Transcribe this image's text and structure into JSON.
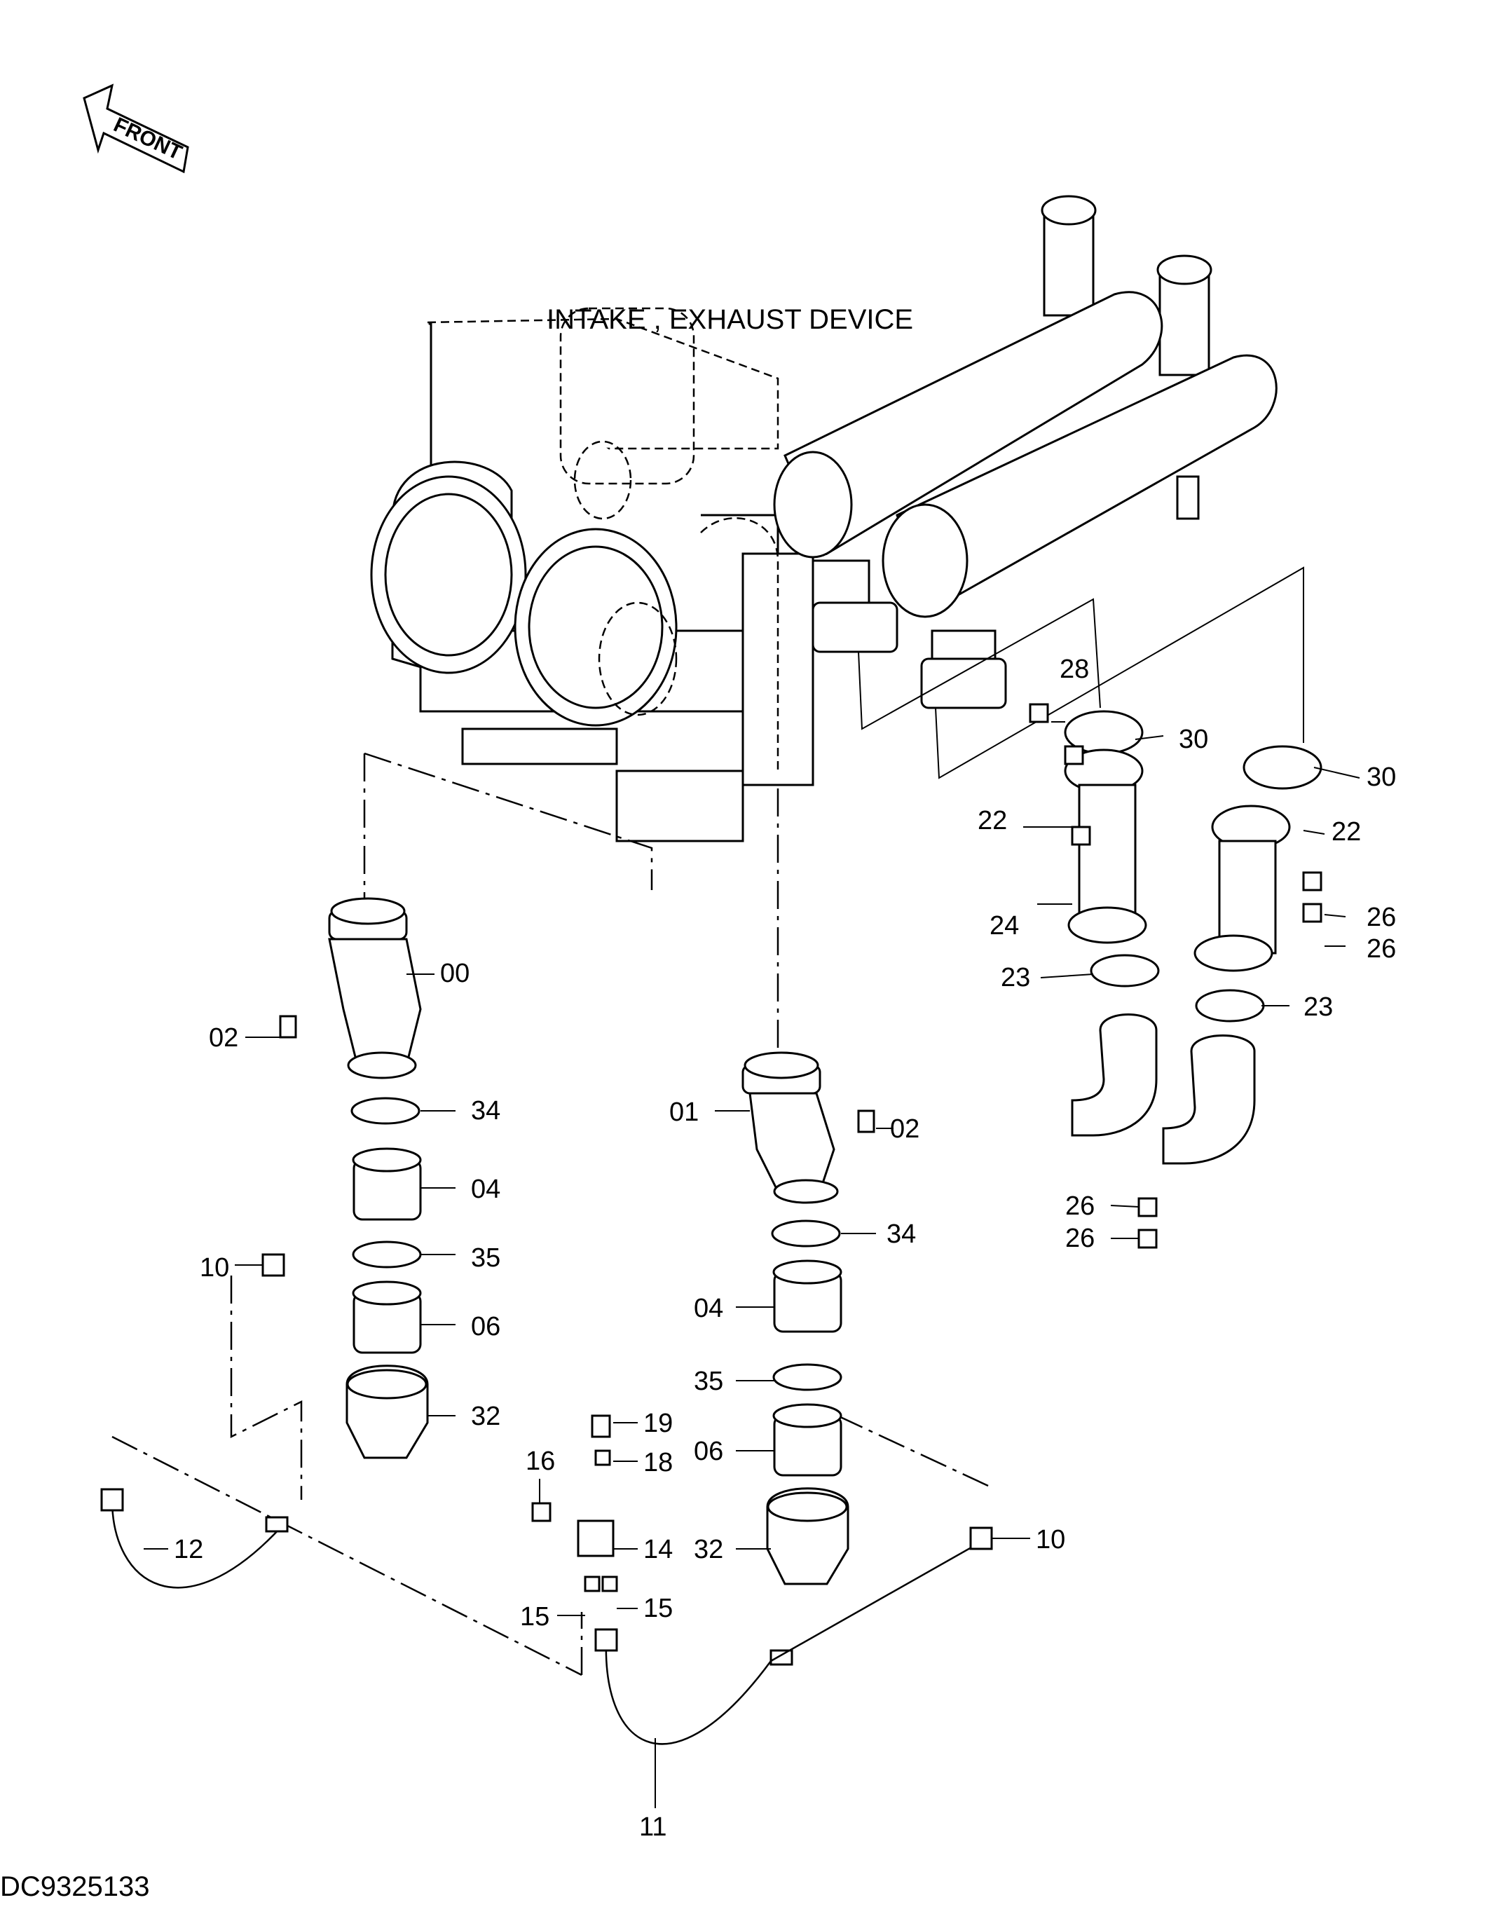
{
  "title": "INTAKE , EXHAUST DEVICE",
  "drawing_code": "DC9325133",
  "front_indicator": "FRONT",
  "callouts": [
    {
      "id": "c28",
      "label": "28"
    },
    {
      "id": "c30a",
      "label": "30"
    },
    {
      "id": "c30b",
      "label": "30"
    },
    {
      "id": "c22a",
      "label": "22"
    },
    {
      "id": "c22b",
      "label": "22"
    },
    {
      "id": "c24",
      "label": "24"
    },
    {
      "id": "c26a",
      "label": "26"
    },
    {
      "id": "c26b",
      "label": "26"
    },
    {
      "id": "c23a",
      "label": "23"
    },
    {
      "id": "c23b",
      "label": "23"
    },
    {
      "id": "c26c",
      "label": "26"
    },
    {
      "id": "c26d",
      "label": "26"
    },
    {
      "id": "c00",
      "label": "00"
    },
    {
      "id": "c02a",
      "label": "02"
    },
    {
      "id": "c34a",
      "label": "34"
    },
    {
      "id": "c04a",
      "label": "04"
    },
    {
      "id": "c35a",
      "label": "35"
    },
    {
      "id": "c10a",
      "label": "10"
    },
    {
      "id": "c06a",
      "label": "06"
    },
    {
      "id": "c32a",
      "label": "32"
    },
    {
      "id": "c01",
      "label": "01"
    },
    {
      "id": "c02b",
      "label": "02"
    },
    {
      "id": "c34b",
      "label": "34"
    },
    {
      "id": "c04b",
      "label": "04"
    },
    {
      "id": "c35b",
      "label": "35"
    },
    {
      "id": "c06b",
      "label": "06"
    },
    {
      "id": "c32b",
      "label": "32"
    },
    {
      "id": "c10b",
      "label": "10"
    },
    {
      "id": "c19",
      "label": "19"
    },
    {
      "id": "c18",
      "label": "18"
    },
    {
      "id": "c16",
      "label": "16"
    },
    {
      "id": "c14",
      "label": "14"
    },
    {
      "id": "c15a",
      "label": "15"
    },
    {
      "id": "c15b",
      "label": "15"
    },
    {
      "id": "c12",
      "label": "12"
    },
    {
      "id": "c11",
      "label": "11"
    }
  ]
}
